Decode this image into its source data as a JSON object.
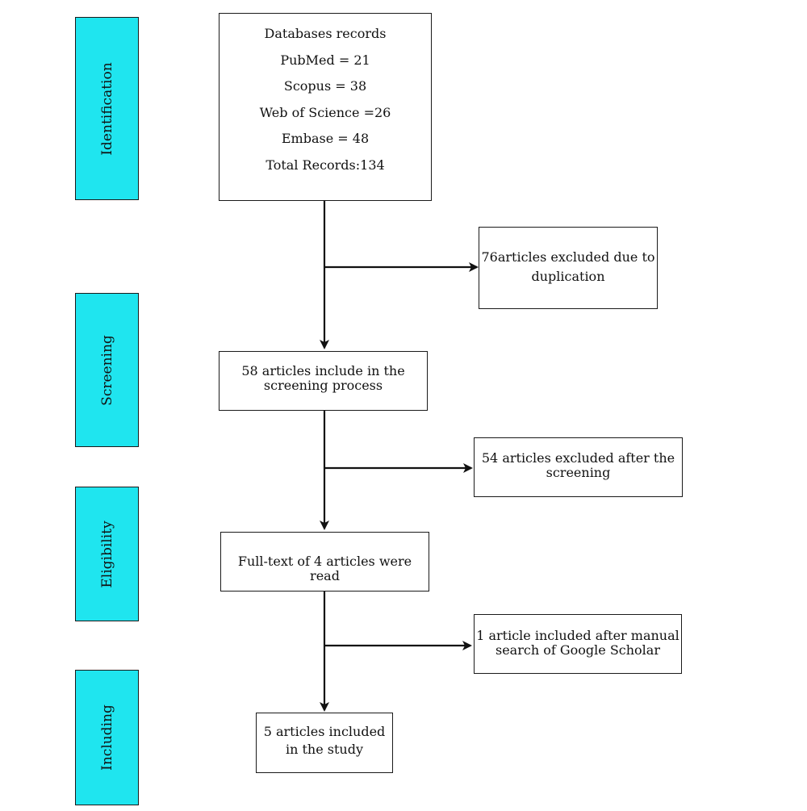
{
  "phases": {
    "identification": "Identification",
    "screening": "Screening",
    "eligibility": "Eligibility",
    "including": "Including"
  },
  "databases": {
    "heading": "Databases records",
    "pubmed": "PubMed = 21",
    "scopus": "Scopus = 38",
    "wos": "Web of Science =26",
    "embase": "Embase = 48",
    "total": "Total Records:134"
  },
  "excluded_duplication": [
    "76articles excluded due to",
    "duplication"
  ],
  "screening_box": [
    "58 articles include in the",
    "screening process"
  ],
  "excluded_screening": [
    "54 articles excluded after the",
    "screening"
  ],
  "fulltext_box": "Full-text of 4 articles were read",
  "manual_search": [
    "1 article included after manual",
    "search of Google Scholar"
  ],
  "included_box": [
    "5 articles included",
    "in the study"
  ]
}
